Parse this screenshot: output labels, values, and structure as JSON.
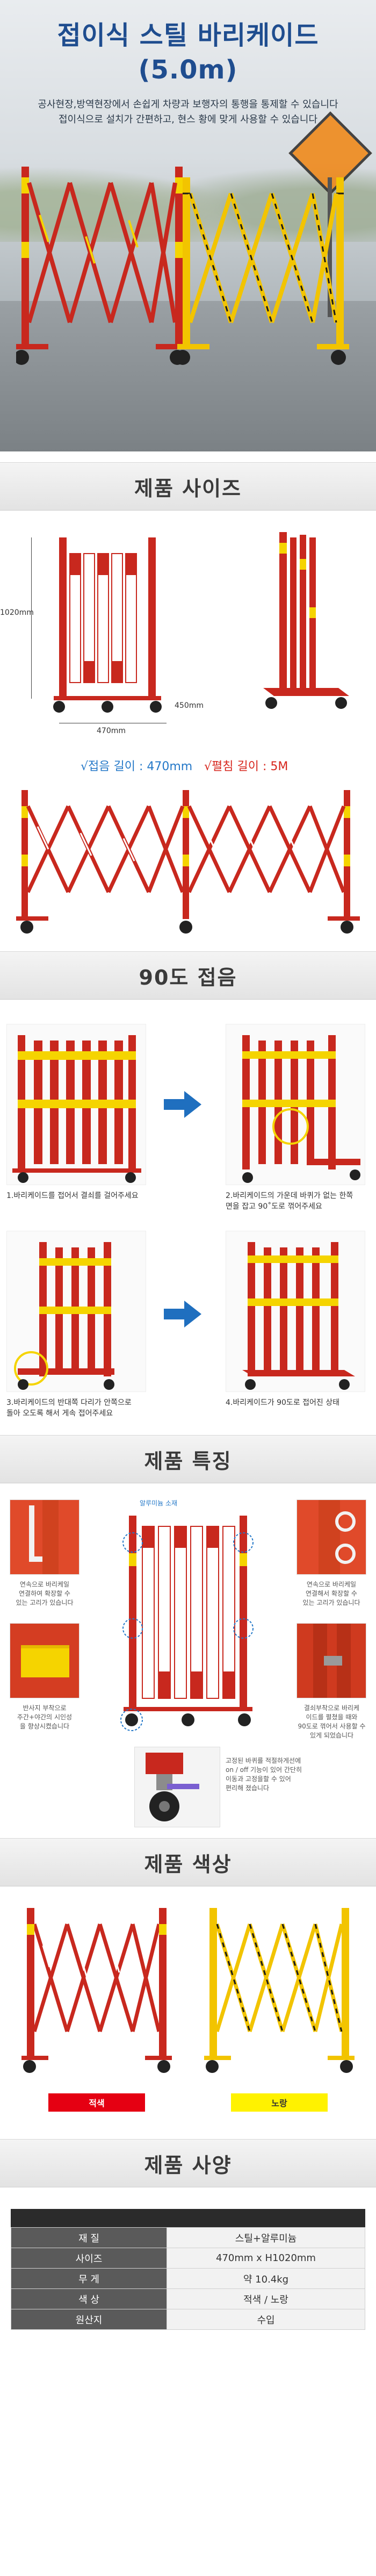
{
  "hero": {
    "title": "접이식 스틸 바리케이드",
    "title_size": "(5.0m)",
    "desc_line1": "공사현장,방역현장에서 손쉽게 차량과 보행자의 통행을 통제할 수 있습니다",
    "desc_line2": "접이식으로 설치가 간편하고, 현스 황에 맞게 사용할 수 있습니다"
  },
  "size": {
    "heading": "제품 사이즈",
    "height_label": "1020mm",
    "width_label": "470mm",
    "depth_label": "450mm",
    "fold_label": "√접음 길이 : 470mm",
    "unfold_label": "√펼침 길이 : 5M"
  },
  "fold90": {
    "heading": "90도 접음",
    "step1": "1.바리케이드를 접어서 결쇠를 걸어주세요",
    "step2_l1": "2.바리케이드의 가운데 바퀴가 없는 한쪽",
    "step2_l2": "면을 잡고 90˚도로 꺾어주세요",
    "step3_l1": "3.바리케이드의 반대쪽 다리가 안쪽으로",
    "step3_l2": "돌아 오도록 해서 게속 접어주세요",
    "step4": "4.바리케이드가 90도로 접어진 상태"
  },
  "features": {
    "heading": "제품 특징",
    "center_label": "알루미늄 소재",
    "left_top": [
      "연속으로 바리케일",
      "연결하여 확장할 수",
      "있는 고리가 있습니다"
    ],
    "right_top": [
      "연속으로 바리케일",
      "연결해서 확장할 수",
      "있는 고리가 있습니다"
    ],
    "left_bottom": [
      "반사지 부착으로",
      "주간+야간의 시인성",
      "을 향상시켰습니다"
    ],
    "right_bottom": [
      "결쇠부착으로 바리케",
      "이드를 펼쳤을 때와",
      "90도로 꺾어서 사용할 수",
      "있게 되었습니다"
    ],
    "bottom_center": [
      "고정된 바퀴를 적절하게선에",
      "on / off 기능이 있어 간단히",
      "이동과 고정을할 수 있어",
      "편리해 졌습니다"
    ]
  },
  "colors": {
    "heading": "제품 색상",
    "red_label": "적색",
    "yellow_label": "노랑",
    "red_hex": "#e50012",
    "yellow_hex": "#fff200",
    "barricade_red": "#c8281e",
    "barricade_yellow": "#f2c400"
  },
  "spec": {
    "heading": "제품 사양",
    "rows": [
      {
        "key": "재 질",
        "value": "스틸+알루미늄"
      },
      {
        "key": "사이즈",
        "value": "470mm x H1020mm"
      },
      {
        "key": "무 게",
        "value": "약 10.4kg"
      },
      {
        "key": "색 상",
        "value": "적색 / 노랑"
      },
      {
        "key": "원산지",
        "value": "수입"
      }
    ]
  }
}
